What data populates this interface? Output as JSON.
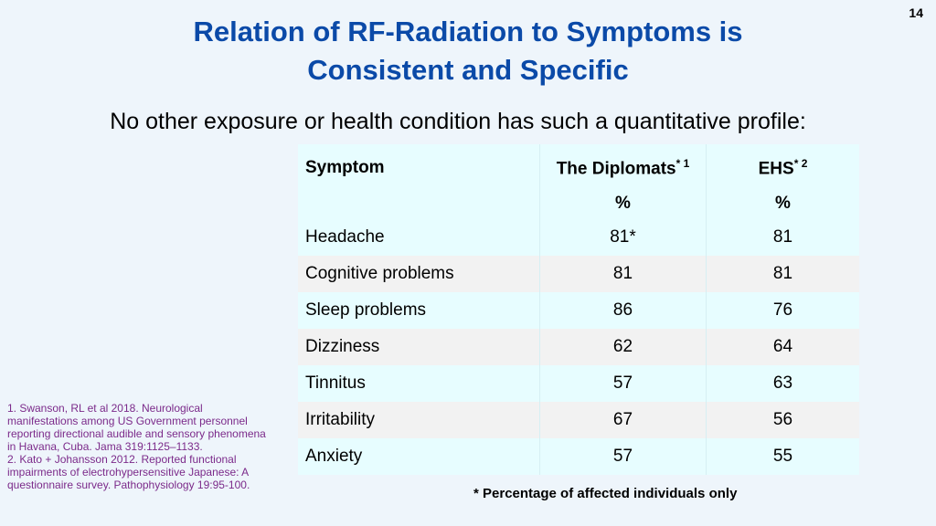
{
  "page_number": "14",
  "title_line1": "Relation of RF-Radiation to Symptoms is",
  "title_line2": "Consistent and Specific",
  "subtitle": "No other exposure or health condition has such a quantitative profile:",
  "table": {
    "headers": {
      "symptom": "Symptom",
      "diplomats": "The Diplomats",
      "diplomats_note": "* 1",
      "ehs": "EHS",
      "ehs_note": "* 2",
      "unit": "%"
    },
    "rows": [
      {
        "symptom": "Headache",
        "diplomats": "81*",
        "ehs": "81"
      },
      {
        "symptom": "Cognitive problems",
        "diplomats": "81",
        "ehs": "81"
      },
      {
        "symptom": "Sleep problems",
        "diplomats": "86",
        "ehs": "76"
      },
      {
        "symptom": "Dizziness",
        "diplomats": "62",
        "ehs": "64"
      },
      {
        "symptom": "Tinnitus",
        "diplomats": "57",
        "ehs": "63"
      },
      {
        "symptom": "Irritability",
        "diplomats": "67",
        "ehs": "56"
      },
      {
        "symptom": "Anxiety",
        "diplomats": "57",
        "ehs": "55"
      }
    ]
  },
  "footnote": "* Percentage of affected individuals only",
  "references": [
    "1. Swanson, RL et al 2018. Neurological manifestations among US Government personnel reporting directional audible and sensory phenomena in Havana, Cuba. Jama 319:1125–1133.",
    "2. Kato + Johansson 2012. Reported functional impairments of electrohypersensitive Japanese: A questionnaire survey. Pathophysiology 19:95-100."
  ]
}
